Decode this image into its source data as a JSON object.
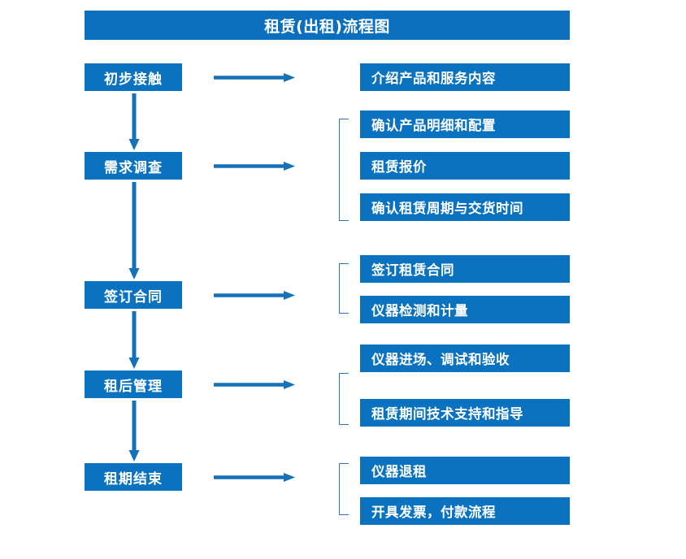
{
  "chart_data": {
    "type": "diagram",
    "diagram_kind": "flowchart",
    "title": "租赁(出租)流程图",
    "orientation": "vertical-stages-with-right-branches",
    "colors": {
      "title_bar": "#0B6FBE",
      "node_fill": "#0B72C0",
      "node_text": "#FFFFFF",
      "arrow": "#1571B8",
      "bracket": "#2E75B6",
      "background": "#FFFFFF"
    },
    "stages": [
      {
        "id": "stage-1",
        "label": "初步接触",
        "details": [
          "介绍产品和服务内容"
        ],
        "bracketed": false
      },
      {
        "id": "stage-2",
        "label": "需求调查",
        "details": [
          "确认产品明细和配置",
          "租赁报价",
          "确认租赁周期与交货时间"
        ],
        "bracketed": true
      },
      {
        "id": "stage-3",
        "label": "签订合同",
        "details": [
          "签订租赁合同",
          "仪器检测和计量"
        ],
        "bracketed": true
      },
      {
        "id": "stage-4",
        "label": "租后管理",
        "details": [
          "仪器进场、调试和验收",
          "租赁期间技术支持和指导"
        ],
        "bracketed": true
      },
      {
        "id": "stage-5",
        "label": "租期结束",
        "details": [
          "仪器退租",
          "开具发票，付款流程"
        ],
        "bracketed": true
      }
    ]
  },
  "title": {
    "text": "租赁(出租)流程图"
  },
  "stages": [
    {
      "label": "初步接触"
    },
    {
      "label": "需求调查"
    },
    {
      "label": "签订合同"
    },
    {
      "label": "租后管理"
    },
    {
      "label": "租期结束"
    }
  ],
  "details": [
    {
      "label": "介绍产品和服务内容"
    },
    {
      "label": "确认产品明细和配置"
    },
    {
      "label": "租赁报价"
    },
    {
      "label": "确认租赁周期与交货时间"
    },
    {
      "label": "签订租赁合同"
    },
    {
      "label": "仪器检测和计量"
    },
    {
      "label": "仪器进场、调试和验收"
    },
    {
      "label": "租赁期间技术支持和指导"
    },
    {
      "label": "仪器退租"
    },
    {
      "label": "开具发票，付款流程"
    }
  ]
}
